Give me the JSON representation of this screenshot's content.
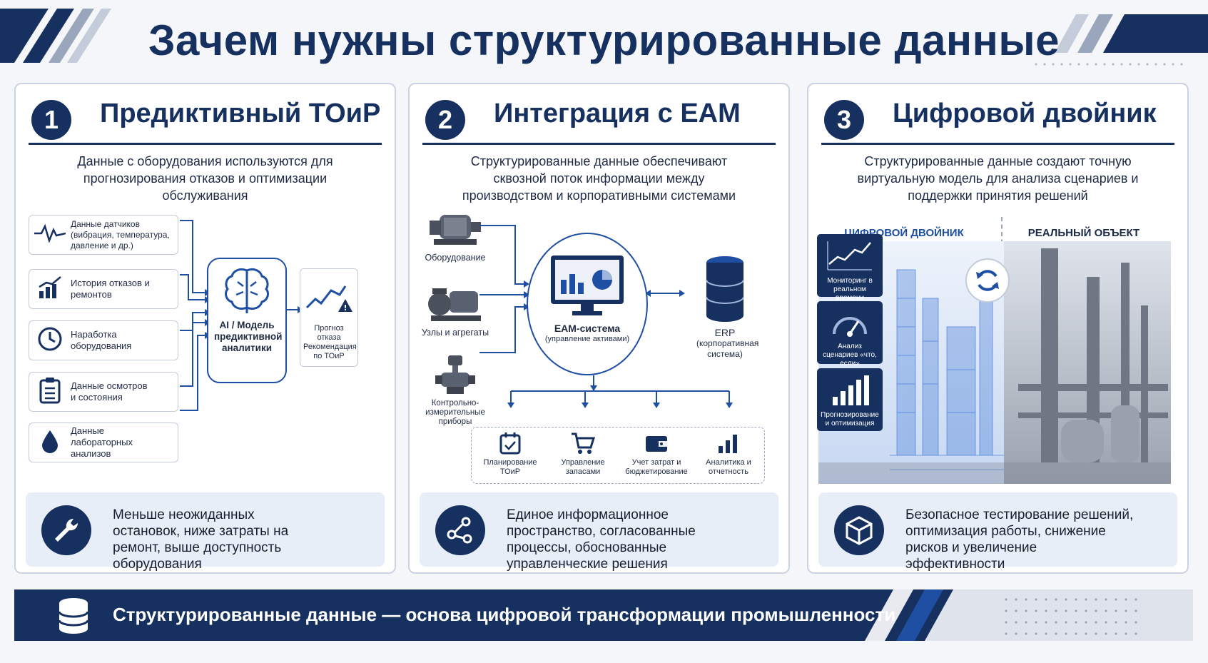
{
  "page_title": "Зачем нужны структурированные данные",
  "panels": [
    {
      "number": "1",
      "title": "Предиктивный ТОиР",
      "description": "Данные с оборудования используются для прогнозирования отказов и оптимизации обслуживания",
      "inputs": [
        {
          "label": "Данные датчиков (вибрация, температура, давление и др.)",
          "icon": "pulse-icon"
        },
        {
          "label": "История отказов и ремонтов",
          "icon": "bar-chart-icon"
        },
        {
          "label": "Наработка оборудования",
          "icon": "clock-icon"
        },
        {
          "label": "Данные осмотров и состояния",
          "icon": "clipboard-icon"
        },
        {
          "label": "Данные лабораторных анализов",
          "icon": "drop-icon"
        }
      ],
      "model_label": "AI / Модель предиктивной аналитики",
      "output_label": "Прогноз отказа Рекомендация по ТОиР",
      "footer": "Меньше неожиданных остановок, ниже затраты на ремонт, выше доступность оборудования",
      "footer_icon": "wrench-icon"
    },
    {
      "number": "2",
      "title": "Интеграция с EAM",
      "description": "Структурированные данные обеспечивают сквозной поток информации между производством и корпоративными системами",
      "sources": [
        {
          "label": "Оборудование"
        },
        {
          "label": "Узлы и агрегаты"
        },
        {
          "label": "Контрольно-измерительные приборы"
        }
      ],
      "eam_label": "EAM-система",
      "eam_sub": "(управление активами)",
      "erp_label": "ERP",
      "erp_sub": "(корпоративная система)",
      "modules": [
        {
          "label": "Планирование ТОиР",
          "icon": "calendar-icon"
        },
        {
          "label": "Управление запасами",
          "icon": "cart-icon"
        },
        {
          "label": "Учет затрат и бюджетирование",
          "icon": "wallet-icon"
        },
        {
          "label": "Аналитика и отчетность",
          "icon": "bar-chart-icon"
        }
      ],
      "footer": "Единое информационное пространство, согласованные процессы, обоснованные управленческие решения",
      "footer_icon": "share-icon"
    },
    {
      "number": "3",
      "title": "Цифровой двойник",
      "description": "Структурированные данные создают точную виртуальную модель для анализа сценариев и поддержки принятия решений",
      "twin_label": "ЦИФРОВОЙ ДВОЙНИК",
      "real_label": "РЕАЛЬНЫЙ ОБЪЕКТ",
      "cards": [
        {
          "label": "Мониторинг в реальном времени",
          "icon": "line-chart-icon"
        },
        {
          "label": "Анализ сценариев «что, если»",
          "icon": "gauge-icon"
        },
        {
          "label": "Прогнозирование и оптимизация",
          "icon": "bar-chart-icon"
        }
      ],
      "footer": "Безопасное тестирование решений, оптимизация работы, снижение рисков и увеличение эффективности",
      "footer_icon": "cube-icon"
    }
  ],
  "bottom_banner": "Структурированные данные — основа цифровой трансформации промышленности",
  "colors": {
    "navy": "#16305f",
    "blue": "#1e4fa3",
    "light": "#e8eef8"
  }
}
